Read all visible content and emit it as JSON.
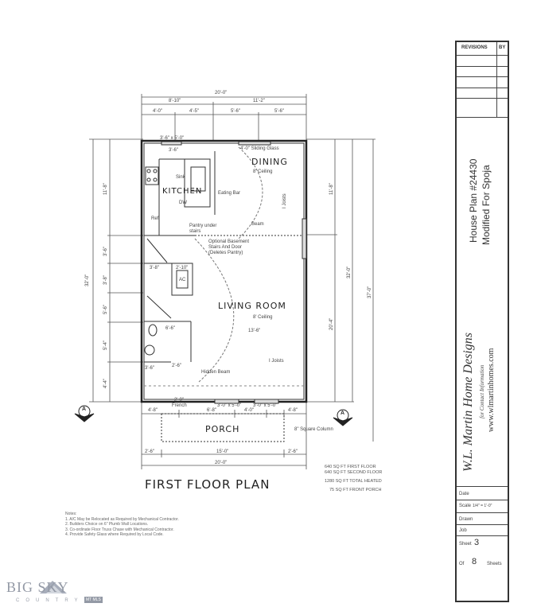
{
  "plan": {
    "title": "FIRST FLOOR PLAN",
    "rooms": {
      "dining": "DINING",
      "dining_ceiling": "8' Ceiling",
      "kitchen": "KITCHEN",
      "living_room": "LIVING ROOM",
      "living_ceiling": "8' Ceiling",
      "porch": "PORCH"
    },
    "labels": {
      "sliding_glass": "4'-0\" Sliding Glass",
      "sink": "Sink",
      "eating_bar": "Eating Bar",
      "dw": "DW",
      "ref": "Ref",
      "pantry": "Pantry under stairs",
      "beam": "Beam",
      "basement": "Optional Basement Stairs And Door (Deletes Pantry)",
      "ac": "AC",
      "hidden_beam": "Hidden Beam",
      "french": "French",
      "joists_top": "I Joists",
      "joists_bottom": "I Joists",
      "square_column": "8\" Square Column",
      "window_top": "3'-6\" x 5'-0\"",
      "window_front_1": "3'-0\" x 5'-0\"",
      "window_front_2": "3'-0\" x 5'-0\"",
      "section_marker": "A"
    },
    "dimensions": {
      "top_overall": "20'-0\"",
      "top_left": "8'-10\"",
      "top_right": "11'-2\"",
      "top_sub": [
        "4'-0\"",
        "4'-5\"",
        "5'-6\"",
        "5'-6\""
      ],
      "left_overall": "32'-0\"",
      "left_sub": [
        "11'-8\"",
        "3'-6\"",
        "3'-8\"",
        "5'-6\"",
        "5'-4\"",
        "4'-4\""
      ],
      "right_overall": "32'-0\"",
      "right_outer": "37'-0\"",
      "right_sub": [
        "11'-8\"",
        "20'-4\""
      ],
      "interior": [
        "3'-6\"",
        "2'-10\"",
        "3'-8\"",
        "6'-6\"",
        "2'-6\"",
        "3'-6\"",
        "13'-6\"",
        "2'-0\""
      ],
      "front_sub": [
        "4'-8\"",
        "6'-8\"",
        "4'-0\"",
        "4'-8\""
      ],
      "porch_sub": [
        "2'-6\"",
        "15'-0\"",
        "2'-6\""
      ],
      "porch_overall": "20'-0\""
    },
    "areas": [
      "640 SQ FT FIRST FLOOR",
      "640 SQ FT SECOND FLOOR",
      "1280 SQ FT TOTAL HEATED",
      "75 SQ FT FRONT PORCH"
    ],
    "notes_title": "Notes:",
    "notes": [
      "1. A/C May be Relocated as Required by Mechanical Contractor.",
      "2. Builders Choice on 6\" Plumb Wall Locations.",
      "3. Co-ordinate Floor Truss Chase with Mechanical Contractor.",
      "4. Provide Safety Glass where Required by Local Code."
    ]
  },
  "title_block": {
    "revisions_header": "REVISIONS",
    "by_header": "BY",
    "plan_number": "House Plan #24430",
    "modified_for": "Modified For Spoja",
    "company": "W.L. Martin Home Designs",
    "contact": "for Contact Information",
    "website": "www.wlmartinhomes.com",
    "date_label": "Date",
    "scale_label": "Scale",
    "scale_value": "1/4\" = 1'-0\"",
    "drawn_label": "Drawn",
    "job_label": "Job",
    "sheet_label": "Sheet",
    "sheet_value": "3",
    "of_label": "Of",
    "of_value": "8",
    "sheets_label": "Sheets"
  },
  "watermark": {
    "brand_line1": "BIG SKY",
    "brand_line2": "COUNTRY",
    "badge": "MT MLS"
  }
}
